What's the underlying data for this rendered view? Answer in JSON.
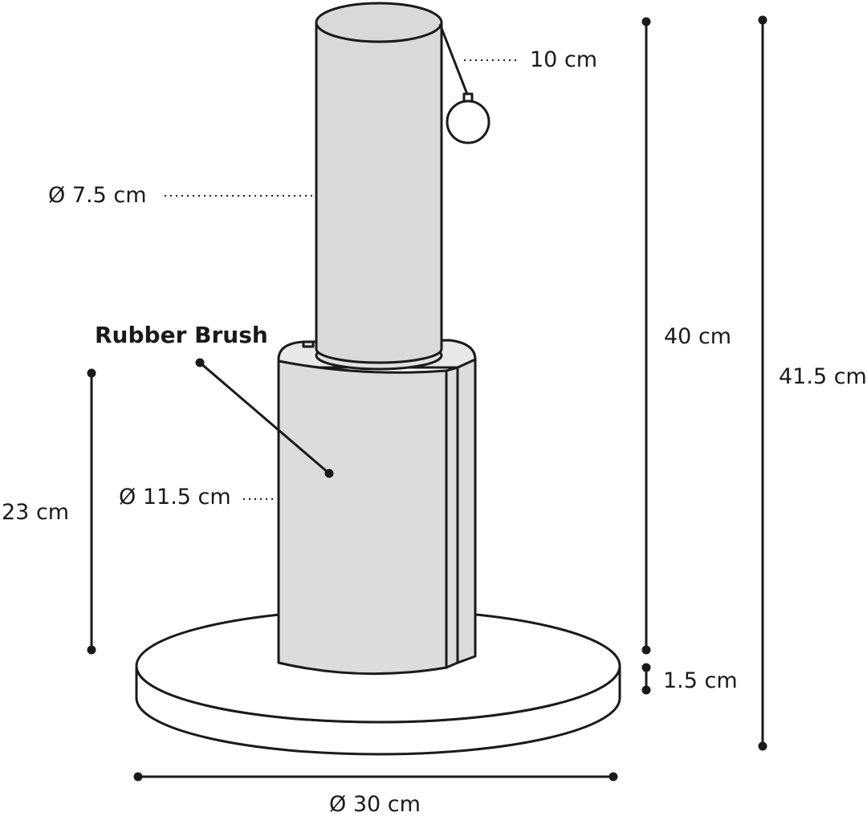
{
  "labels": {
    "ball_string_length": "10 cm",
    "post_diameter": "Ø 7.5 cm",
    "rubber_brush": "Rubber Brush",
    "brush_diameter": "Ø 11.5 cm",
    "brush_height": "23 cm",
    "post_height": "40 cm",
    "total_height": "41.5 cm",
    "base_thickness": "1.5 cm",
    "base_diameter": "Ø 30 cm"
  },
  "colors": {
    "outline": "#1a1a1a",
    "post_fill": "#d9d9d9",
    "brush_fill": "#dcdcdc",
    "base_fill": "#ffffff",
    "background": "#ffffff"
  }
}
